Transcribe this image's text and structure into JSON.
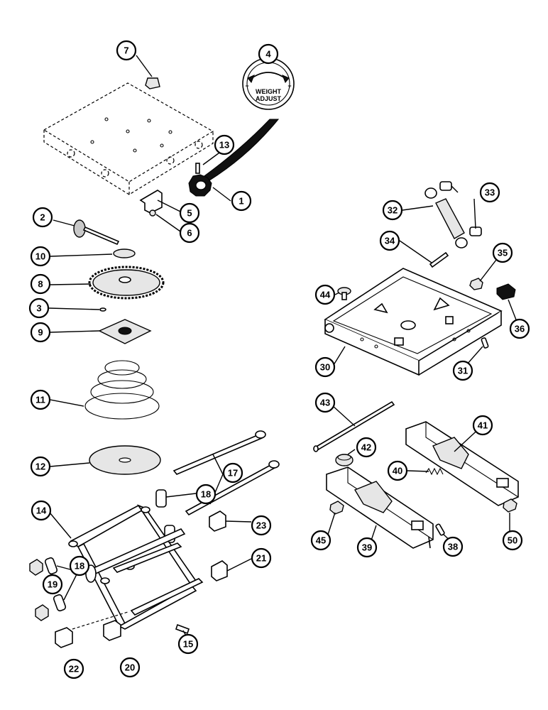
{
  "decal": {
    "line1": "WEIGHT",
    "line2": "ADJUST",
    "minus": "−",
    "plus": "+"
  },
  "callouts": [
    {
      "id": "c1",
      "label": "1"
    },
    {
      "id": "c2",
      "label": "2"
    },
    {
      "id": "c3",
      "label": "3"
    },
    {
      "id": "c4",
      "label": "4"
    },
    {
      "id": "c5",
      "label": "5"
    },
    {
      "id": "c6",
      "label": "6"
    },
    {
      "id": "c7",
      "label": "7"
    },
    {
      "id": "c8",
      "label": "8"
    },
    {
      "id": "c9",
      "label": "9"
    },
    {
      "id": "c10",
      "label": "10"
    },
    {
      "id": "c11",
      "label": "11"
    },
    {
      "id": "c12",
      "label": "12"
    },
    {
      "id": "c13",
      "label": "13"
    },
    {
      "id": "c14",
      "label": "14"
    },
    {
      "id": "c15",
      "label": "15"
    },
    {
      "id": "c17",
      "label": "17"
    },
    {
      "id": "c18a",
      "label": "18"
    },
    {
      "id": "c18b",
      "label": "18"
    },
    {
      "id": "c19",
      "label": "19"
    },
    {
      "id": "c20",
      "label": "20"
    },
    {
      "id": "c21",
      "label": "21"
    },
    {
      "id": "c22",
      "label": "22"
    },
    {
      "id": "c23",
      "label": "23"
    },
    {
      "id": "c30",
      "label": "30"
    },
    {
      "id": "c31",
      "label": "31"
    },
    {
      "id": "c32",
      "label": "32"
    },
    {
      "id": "c33",
      "label": "33"
    },
    {
      "id": "c34",
      "label": "34"
    },
    {
      "id": "c35",
      "label": "35"
    },
    {
      "id": "c36",
      "label": "36"
    },
    {
      "id": "c38",
      "label": "38"
    },
    {
      "id": "c39",
      "label": "39"
    },
    {
      "id": "c40",
      "label": "40"
    },
    {
      "id": "c41",
      "label": "41"
    },
    {
      "id": "c42",
      "label": "42"
    },
    {
      "id": "c43",
      "label": "43"
    },
    {
      "id": "c44",
      "label": "44"
    },
    {
      "id": "c45",
      "label": "45"
    },
    {
      "id": "c50",
      "label": "50"
    }
  ]
}
